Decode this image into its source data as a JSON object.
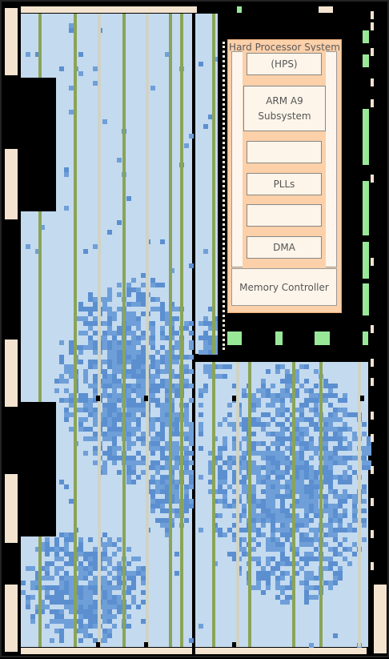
{
  "hps": {
    "title": "Hard Processor System",
    "blocks": {
      "hps": "(HPS)",
      "arm": "ARM A9\nSubsystem",
      "empty1": "",
      "plls": "PLLs",
      "empty2": "",
      "dma": "DMA"
    },
    "memory_controller": "Memory Controller"
  },
  "colors": {
    "fabric": "#c4daef",
    "logic": "#6f9fd8",
    "dsp_column": "#8aa458",
    "ram_column": "#cfd3c6",
    "hps_fill": "#fcd0a8",
    "io_bank": "#f3e3cf",
    "transceiver": "#99e898"
  }
}
